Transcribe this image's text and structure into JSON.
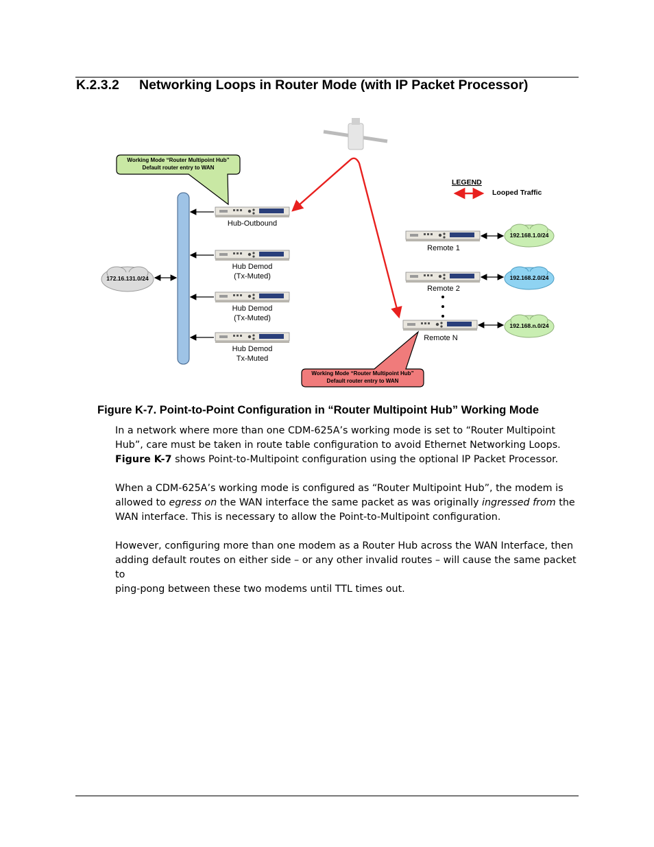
{
  "section": {
    "number": "K.2.3.2",
    "title": "Networking Loops in Router Mode (with IP Packet Processor)"
  },
  "figure": {
    "callout_top": {
      "line1": "Working Mode “Router Multipoint Hub”",
      "line2": "Default router entry to WAN"
    },
    "callout_bottom": {
      "line1": "Working Mode “Router Multipoint Hub”",
      "line2": "Default router entry to WAN"
    },
    "legend": {
      "title": "LEGEND",
      "item": "Looped Traffic"
    },
    "lan_cloud": "172.16.131.0/24",
    "hub_units": [
      {
        "line1": "Hub-Outbound",
        "line2": ""
      },
      {
        "line1": "Hub Demod",
        "line2": "(Tx-Muted)"
      },
      {
        "line1": "Hub Demod",
        "line2": "(Tx-Muted)"
      },
      {
        "line1": "Hub Demod",
        "line2": "Tx-Muted"
      }
    ],
    "remotes": [
      {
        "label": "Remote 1",
        "cloud": "192.168.1.0/24"
      },
      {
        "label": "Remote 2",
        "cloud": "192.168.2.0/24"
      },
      {
        "label": "Remote N",
        "cloud": "192.168.n.0/24"
      }
    ],
    "colors": {
      "loop_arrow": "#e8201e",
      "lan_bar": "#9ec3e6",
      "callout_top": "#c9e8a4",
      "callout_bottom": "#f07b7b",
      "cloud_green": "#c9eeb2",
      "cloud_blue": "#8fd3f2",
      "cloud_gray": "#dcdcdc"
    }
  },
  "caption": "Figure K-7. Point-to-Point Configuration in “Router Multipoint Hub” Working Mode",
  "paragraphs": {
    "p1": {
      "l1": "In a network where more than one CDM-625A’s working mode is set to “Router Multipoint",
      "l2": "Hub”, care must be taken in route table configuration to avoid Ethernet Networking Loops.",
      "l3_bold": "Figure K-7",
      "l3_rest": " shows Point-to-Multipoint configuration using the optional IP Packet Processor."
    },
    "p2": {
      "l1": "When a CDM-625A’s working mode is configured as “Router Multipoint Hub”, the modem is",
      "l2_a": "allowed to ",
      "l2_i1": "egress on",
      "l2_b": " the WAN interface the same packet as was originally ",
      "l2_i2": "ingressed from",
      "l2_c": " the",
      "l3": "WAN interface. This is necessary to allow the Point-to-Multipoint configuration."
    },
    "p3": {
      "l1": "However, configuring more than one modem as a Router Hub across the WAN Interface, then",
      "l2": "adding default routes on either side – or any other invalid routes – will cause the same packet to",
      "l3": "ping-pong between these two modems until TTL times out."
    }
  }
}
